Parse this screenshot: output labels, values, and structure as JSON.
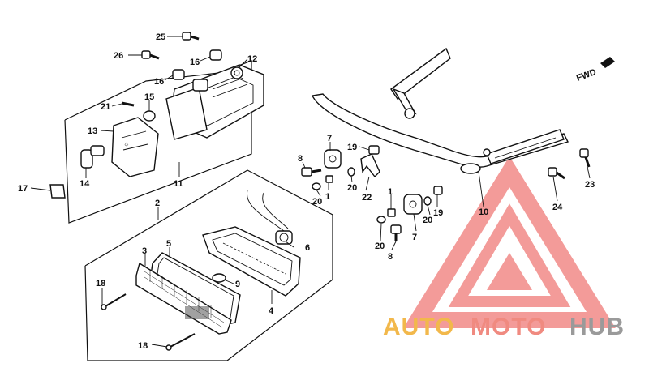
{
  "direction_label": "FWD",
  "callouts": {
    "c1a": "1",
    "c1b": "1",
    "c2": "2",
    "c3": "3",
    "c4": "4",
    "c5": "5",
    "c6": "6",
    "c7a": "7",
    "c7b": "7",
    "c8a": "8",
    "c8b": "8",
    "c9": "9",
    "c10": "10",
    "c11": "11",
    "c12": "12",
    "c13": "13",
    "c14": "14",
    "c15": "15",
    "c16a": "16",
    "c16b": "16",
    "c17": "17",
    "c18a": "18",
    "c18b": "18",
    "c19a": "19",
    "c19b": "19",
    "c20a": "20",
    "c20b": "20",
    "c20c": "20",
    "c20d": "20",
    "c21": "21",
    "c22": "22",
    "c23": "23",
    "c24": "24",
    "c25": "25",
    "c26": "26"
  },
  "watermark": {
    "part1": "AUTO",
    "part2": "MOTO",
    "part3": "HUB",
    "color_part1": "#f2b84b",
    "color_part2": "#f08a80",
    "color_part3": "#9a9a9a",
    "logo_color": "#f07a78"
  }
}
